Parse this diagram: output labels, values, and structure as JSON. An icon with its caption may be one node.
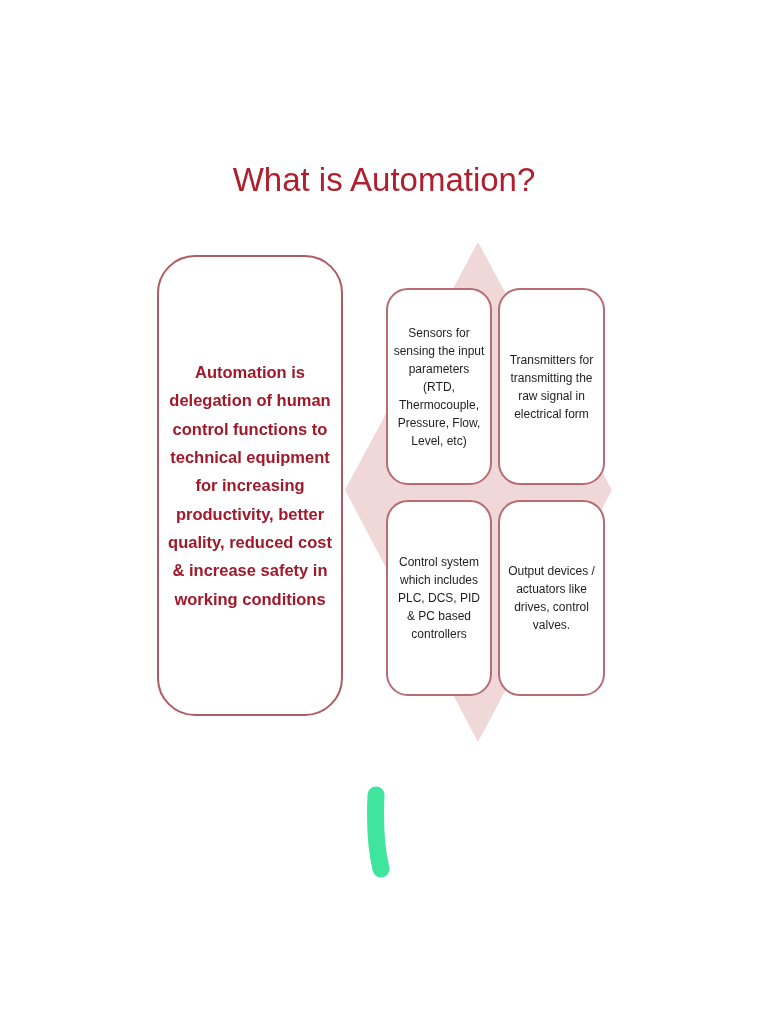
{
  "diagram": {
    "title": "What is Automation?",
    "nodes": [
      {
        "text": [
          "Automation is delegation of human control functions to technical equipment for increasing productivity, better quality, reduced cost & increase safety in working conditions"
        ]
      },
      {
        "text": [
          "Sensors for sensing the input parameters (RTD, Thermocouple, Pressure, Flow, Level, etc)"
        ]
      },
      {
        "text": [
          "Transmitters for transmitting the raw signal in electrical form"
        ]
      },
      {
        "text": [
          "Control system which includes PLC, DCS, PID & PC based controllers"
        ]
      },
      {
        "text": [
          "Output devices / actuators like drives, control valves."
        ]
      }
    ],
    "edges": []
  }
}
